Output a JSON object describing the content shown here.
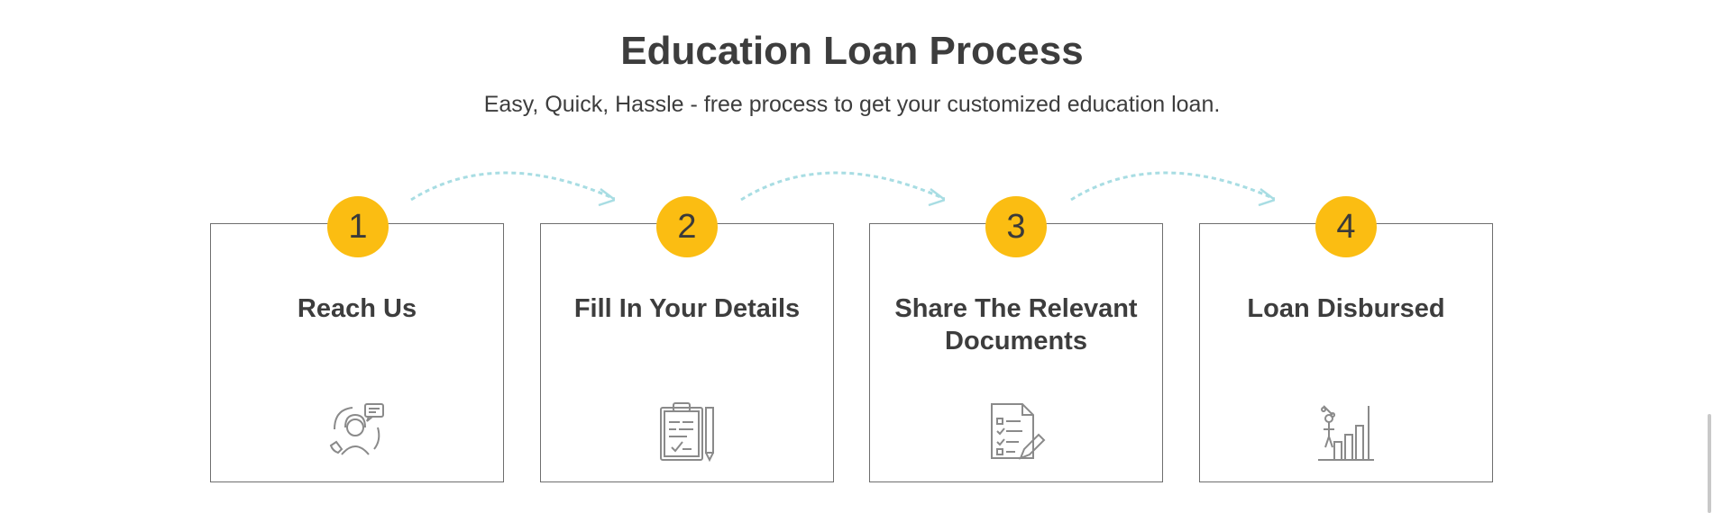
{
  "header": {
    "title": "Education Loan Process",
    "subtitle": "Easy, Quick, Hassle - free process to get your customized education loan."
  },
  "steps": [
    {
      "number": "1",
      "title": "Reach Us",
      "icon": "customer-support-icon"
    },
    {
      "number": "2",
      "title": "Fill In Your Details",
      "icon": "clipboard-form-icon"
    },
    {
      "number": "3",
      "title": "Share The Relevant Documents",
      "icon": "document-checklist-icon"
    },
    {
      "number": "4",
      "title": "Loan Disbursed",
      "icon": "growth-chart-icon"
    }
  ],
  "colors": {
    "accent": "#fbbd12",
    "arrow": "#a8dde3",
    "card_border": "#6e6e6e",
    "icon_stroke": "#8a8a8a"
  }
}
